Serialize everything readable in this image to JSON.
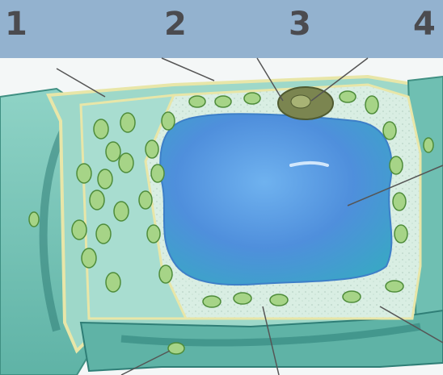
{
  "header": {
    "labels": [
      "1",
      "2",
      "3",
      "4"
    ],
    "background": "#93b2cf",
    "text_color": "#4b4b4f"
  },
  "diagram": {
    "subject": "plant-cell-cross-section",
    "parts": [
      "cell-wall",
      "cytoplasm",
      "nucleus",
      "chloroplasts",
      "vacuole"
    ],
    "colors": {
      "cell_wall": "#6fbfb2",
      "cytoplasm": "#d6ebe0",
      "vacuole": "#4f95d9",
      "chloroplast": "#a9d68a",
      "nucleus": "#6f7a4a"
    }
  }
}
